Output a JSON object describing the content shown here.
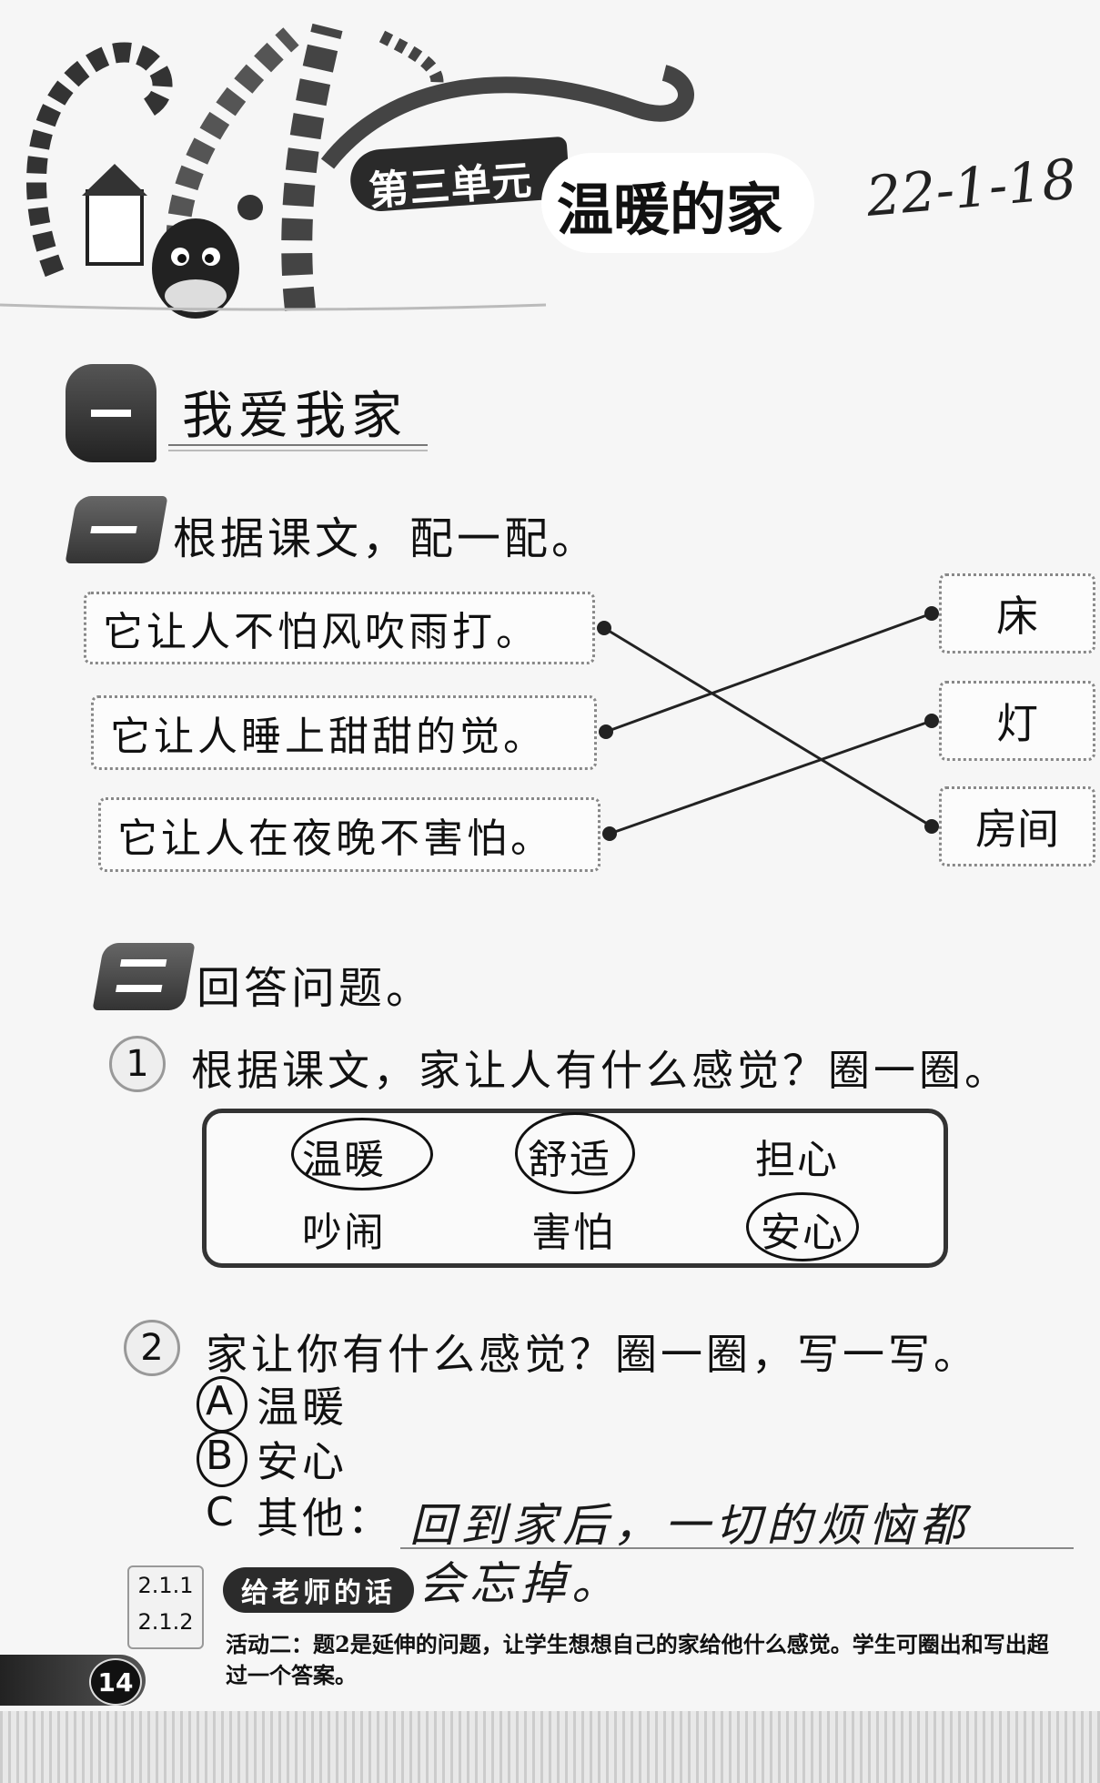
{
  "header": {
    "unit_label": "第三单元",
    "unit_title": "温暖的家",
    "handwritten_date": "22-1-18"
  },
  "section": {
    "title": "我爱我家"
  },
  "q1": {
    "instruction": "根据课文，配一配。",
    "left_items": [
      "它让人不怕风吹雨打。",
      "它让人睡上甜甜的觉。",
      "它让人在夜晚不害怕。"
    ],
    "right_items": [
      "床",
      "灯",
      "房间"
    ]
  },
  "q2": {
    "instruction": "回答问题。",
    "sub1": {
      "number": "1",
      "text": "根据课文，家让人有什么感觉？圈一圈。",
      "words": [
        "温暖",
        "舒适",
        "担心",
        "吵闹",
        "害怕",
        "安心"
      ]
    },
    "sub2": {
      "number": "2",
      "text": "家让你有什么感觉？圈一圈，写一写。",
      "options": [
        {
          "letter": "A",
          "text": "温暖"
        },
        {
          "letter": "B",
          "text": "安心"
        },
        {
          "letter": "C",
          "text": "其他："
        }
      ],
      "handwritten_answer_line1": "回到家后，一切的烦恼都",
      "handwritten_answer_line2": "会忘掉。"
    }
  },
  "footer": {
    "codes": [
      "2.1.1",
      "2.1.2"
    ],
    "teacher_badge": "给老师的话",
    "note": "活动二：题2是延伸的问题，让学生想想自己的家给他什么感觉。学生可圈出和写出超过一个答案。",
    "page_number": "14"
  }
}
